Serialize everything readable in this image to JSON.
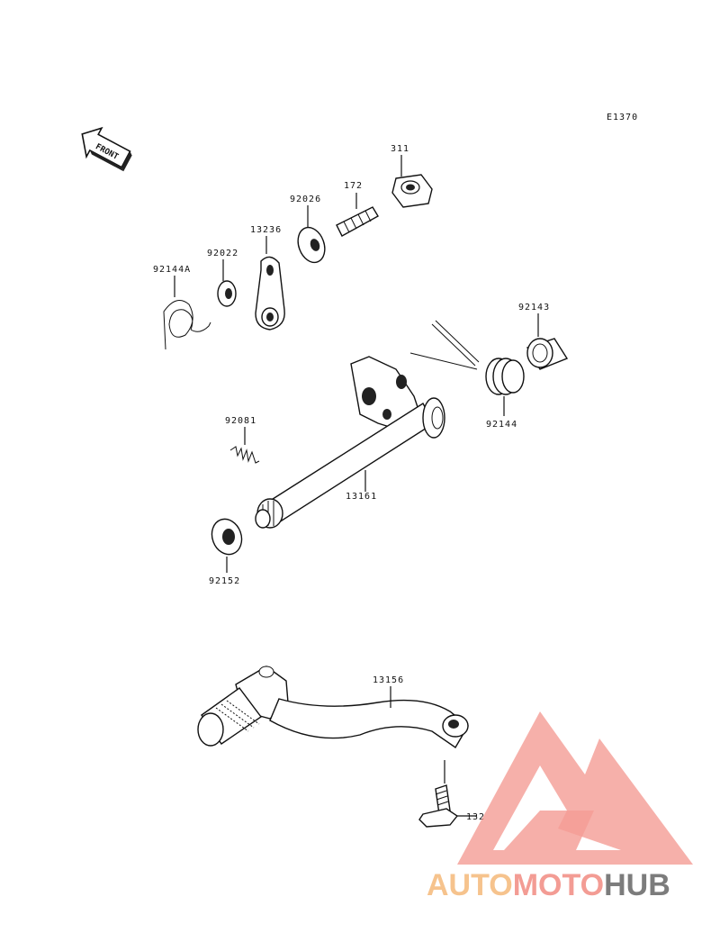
{
  "diagram_code": "E1370",
  "front_label": "FRONT",
  "parts": {
    "nut": "311",
    "stud": "172",
    "washer_a": "92026",
    "lever": "13236",
    "washer_b": "92022",
    "spring_a": "92144A",
    "collar": "92143",
    "spring_b": "92144",
    "small_spring": "92081",
    "shaft": "13161",
    "oil_seal": "92152",
    "pedal": "13156",
    "bolt": "132"
  },
  "watermark": {
    "word_1": "AUTO",
    "word_2": "MOTO",
    "word_3": "HUB",
    "color_1": "#f5b97a",
    "color_2": "#f28b82",
    "color_3": "#666666"
  }
}
